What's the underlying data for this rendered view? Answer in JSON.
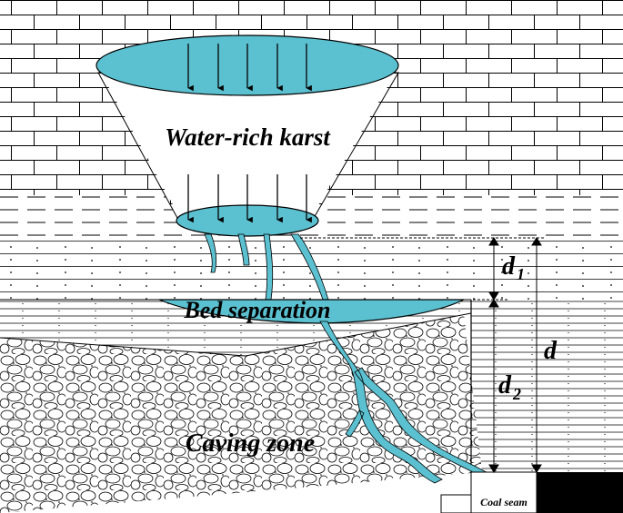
{
  "diagram": {
    "labels": {
      "karst": "Water-rich karst",
      "bed_separation": "Bed separation",
      "caving_zone": "Caving zone",
      "coal_seam": "Coal seam"
    },
    "dimensions": {
      "d1_main": "d",
      "d1_sub": "1",
      "d2_main": "d",
      "d2_sub": "2",
      "d_total": "d"
    },
    "colors": {
      "water": "#5bc0d0",
      "line": "#000000",
      "coal": "#000000",
      "background": "#ffffff"
    }
  }
}
